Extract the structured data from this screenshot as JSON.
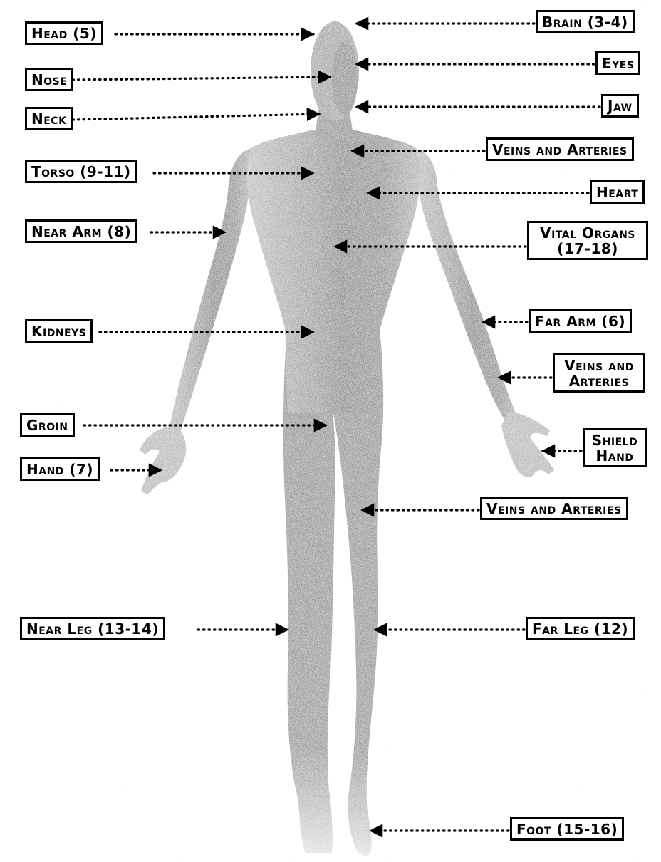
{
  "labels": {
    "head": "Head (5)",
    "nose": "Nose",
    "neck": "Neck",
    "torso": "Torso (9-11)",
    "near_arm": "Near Arm (8)",
    "kidneys": "Kidneys",
    "groin": "Groin",
    "hand": "Hand (7)",
    "near_leg": "Near Leg (13-14)",
    "brain": "Brain (3-4)",
    "eyes": "Eyes",
    "jaw": "Jaw",
    "veins_arteries_neck": "Veins and Arteries",
    "heart": "Heart",
    "vital_organs_line1": "Vital Organs",
    "vital_organs_line2": "(17-18)",
    "far_arm": "Far Arm (6)",
    "veins_arteries_arm_line1": "Veins and",
    "veins_arteries_arm_line2": "Arteries",
    "shield_hand_line1": "Shield",
    "shield_hand_line2": "Hand",
    "veins_arteries_leg": "Veins and Arteries",
    "far_leg": "Far Leg (12)",
    "foot": "Foot (15-16)"
  },
  "colors": {
    "label_border": "#000000",
    "label_bg": "#ffffff",
    "leader": "#000000",
    "figure_dark": "#3a3a3a",
    "figure_mid": "#707070",
    "figure_light": "#b8b8b8"
  }
}
